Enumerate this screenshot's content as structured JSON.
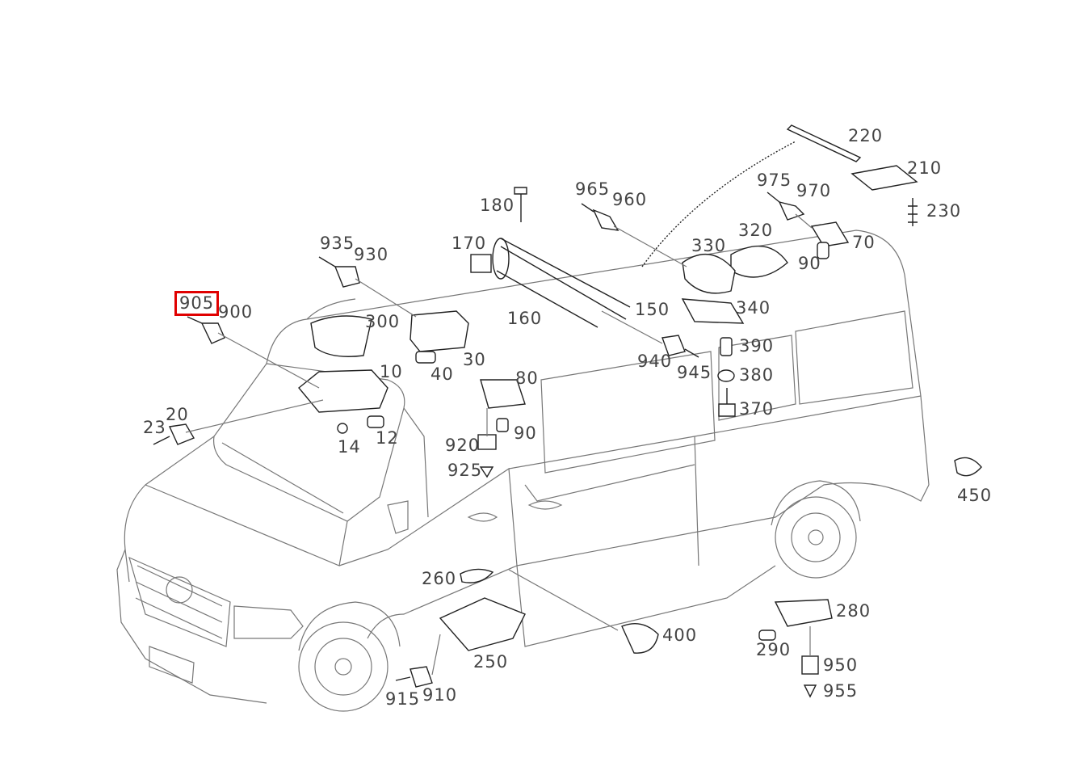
{
  "diagram": {
    "highlight_color": "#e00000",
    "highlighted_label": "905",
    "labels": [
      {
        "id": "220",
        "text": "220"
      },
      {
        "id": "210",
        "text": "210"
      },
      {
        "id": "230",
        "text": "230"
      },
      {
        "id": "975",
        "text": "975"
      },
      {
        "id": "970",
        "text": "970"
      },
      {
        "id": "965",
        "text": "965"
      },
      {
        "id": "960",
        "text": "960"
      },
      {
        "id": "180",
        "text": "180"
      },
      {
        "id": "320",
        "text": "320"
      },
      {
        "id": "330",
        "text": "330"
      },
      {
        "id": "70",
        "text": "70"
      },
      {
        "id": "90a",
        "text": "90"
      },
      {
        "id": "935",
        "text": "935"
      },
      {
        "id": "930",
        "text": "930"
      },
      {
        "id": "170",
        "text": "170"
      },
      {
        "id": "905",
        "text": "905"
      },
      {
        "id": "900",
        "text": "900"
      },
      {
        "id": "300",
        "text": "300"
      },
      {
        "id": "160",
        "text": "160"
      },
      {
        "id": "150",
        "text": "150"
      },
      {
        "id": "340",
        "text": "340"
      },
      {
        "id": "390",
        "text": "390"
      },
      {
        "id": "30",
        "text": "30"
      },
      {
        "id": "40",
        "text": "40"
      },
      {
        "id": "940",
        "text": "940"
      },
      {
        "id": "945",
        "text": "945"
      },
      {
        "id": "380",
        "text": "380"
      },
      {
        "id": "10",
        "text": "10"
      },
      {
        "id": "80",
        "text": "80"
      },
      {
        "id": "370",
        "text": "370"
      },
      {
        "id": "20",
        "text": "20"
      },
      {
        "id": "23",
        "text": "23"
      },
      {
        "id": "12",
        "text": "12"
      },
      {
        "id": "90b",
        "text": "90"
      },
      {
        "id": "14",
        "text": "14"
      },
      {
        "id": "920",
        "text": "920"
      },
      {
        "id": "925",
        "text": "925"
      },
      {
        "id": "450",
        "text": "450"
      },
      {
        "id": "260",
        "text": "260"
      },
      {
        "id": "280",
        "text": "280"
      },
      {
        "id": "400",
        "text": "400"
      },
      {
        "id": "290",
        "text": "290"
      },
      {
        "id": "250",
        "text": "250"
      },
      {
        "id": "950",
        "text": "950"
      },
      {
        "id": "910",
        "text": "910"
      },
      {
        "id": "915",
        "text": "915"
      },
      {
        "id": "955",
        "text": "955"
      }
    ]
  }
}
